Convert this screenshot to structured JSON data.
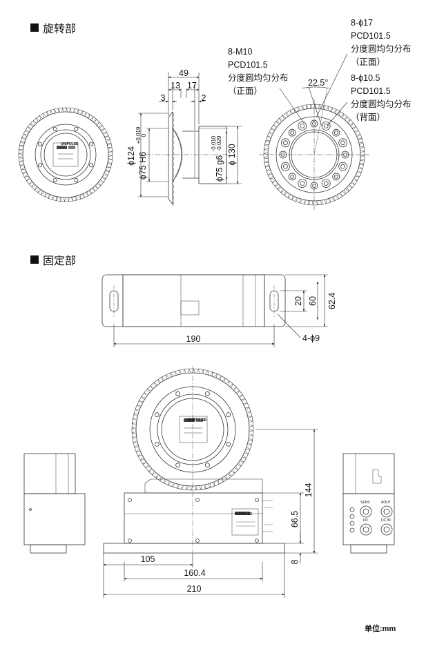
{
  "section_rotating": "旋转部",
  "section_fixed": "固定部",
  "label_brand": "UNIPULSE",
  "rotating": {
    "note_m10": [
      "8-M10",
      "PCD101.5",
      "分度圆均匀分布",
      "（正面）"
    ],
    "note_phi17": [
      "8-ϕ17",
      "PCD101.5",
      "分度圆均匀分布",
      "（正面）"
    ],
    "note_phi10": [
      "8-ϕ10.5",
      "PCD101.5",
      "分度圆均匀分布",
      "（背面）"
    ],
    "angle": "22.5°",
    "dim_49": "49",
    "dim_13": "13",
    "dim_17": "17",
    "dim_3": "3",
    "dim_2": "2",
    "dim_124": "ϕ124",
    "dim_75h6": "ϕ75 H6",
    "tol_h6_upper": "+0.019",
    "tol_h6_lower": "0",
    "dim_75g6": "ϕ75 g6",
    "tol_g6_upper": "-0.010",
    "tol_g6_lower": "-0.029",
    "dim_130": "ϕ 130"
  },
  "fixed": {
    "dim_190": "190",
    "dim_20": "20",
    "dim_60": "60",
    "dim_62_4": "62.4",
    "note_phi9": "4-ϕ9",
    "dim_144": "144",
    "dim_66_5": "66.5",
    "dim_8": "8",
    "dim_105": "105",
    "dim_160_4": "160.4",
    "dim_210": "210",
    "conn_sens": "SENS",
    "conn_aout": "AOUT",
    "conn_io": "I/O",
    "conn_dcin": "DC IN"
  },
  "unit_label": "单位:mm"
}
